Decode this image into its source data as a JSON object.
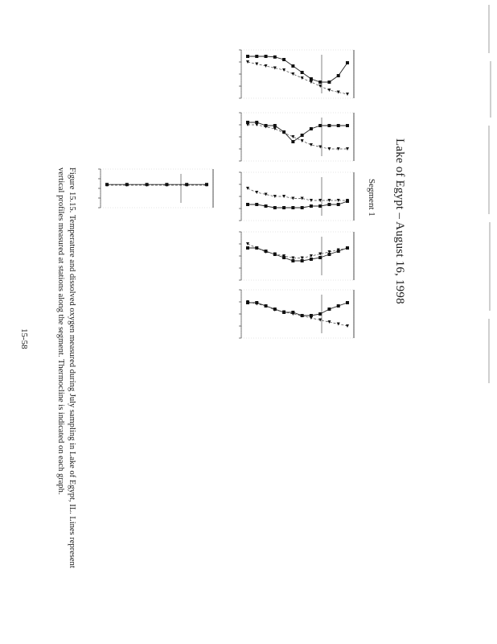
{
  "page": {
    "title": "Lake of Egypt – August 16, 1998",
    "subtitle": "Segment 1",
    "caption_line1": "Figure 15.15. Temperature and dissolved oxygen measured during July sampling in Lake of Egypt, IL. Lines represent",
    "caption_line2": "vertical profiles measured at stations along the segment. Thermocline is indicated on each graph.",
    "page_number": "15-58"
  },
  "chart_data": {
    "type": "line",
    "note_series": [
      "Temperature",
      "Dissolved oxygen"
    ],
    "panels": [
      {
        "temperature": [
          28,
          28,
          28,
          27.8,
          27,
          25,
          23,
          21,
          20,
          20,
          22,
          26
        ],
        "oxygen": [
          9,
          8.5,
          8,
          7.5,
          7,
          6,
          5,
          4,
          3,
          2,
          1.5,
          1
        ]
      },
      {
        "temperature": [
          27,
          27,
          26,
          26,
          24,
          21,
          23,
          25,
          26,
          26,
          26,
          26
        ],
        "oxygen": [
          9,
          9,
          8.5,
          8,
          7,
          6,
          5,
          4,
          3.5,
          3,
          3,
          3
        ]
      },
      {
        "temperature": [
          20,
          20,
          19.5,
          19,
          19,
          19,
          19,
          19.5,
          19.5,
          20,
          20,
          21
        ],
        "oxygen": [
          8,
          7,
          6.5,
          6,
          6,
          5.5,
          5.5,
          5,
          5,
          5,
          5,
          5
        ]
      },
      {
        "temperature": [
          25,
          25,
          24,
          23,
          22,
          21,
          21,
          21.5,
          22,
          23,
          24,
          25
        ],
        "oxygen": [
          9,
          8,
          7,
          6.5,
          6,
          5.5,
          5.5,
          6,
          6.5,
          7,
          7.5,
          8
        ]
      },
      {
        "temperature": [
          26,
          26,
          25,
          24,
          23,
          23,
          22,
          22,
          22.5,
          24,
          25,
          26
        ],
        "oxygen": [
          9,
          8.5,
          8,
          7,
          6.5,
          6,
          5.5,
          5,
          4.5,
          4,
          3.5,
          3
        ]
      },
      {
        "temperature": [
          24,
          24,
          24,
          24,
          24,
          24
        ],
        "oxygen": [
          7,
          7,
          7,
          7,
          7,
          7
        ]
      }
    ]
  }
}
